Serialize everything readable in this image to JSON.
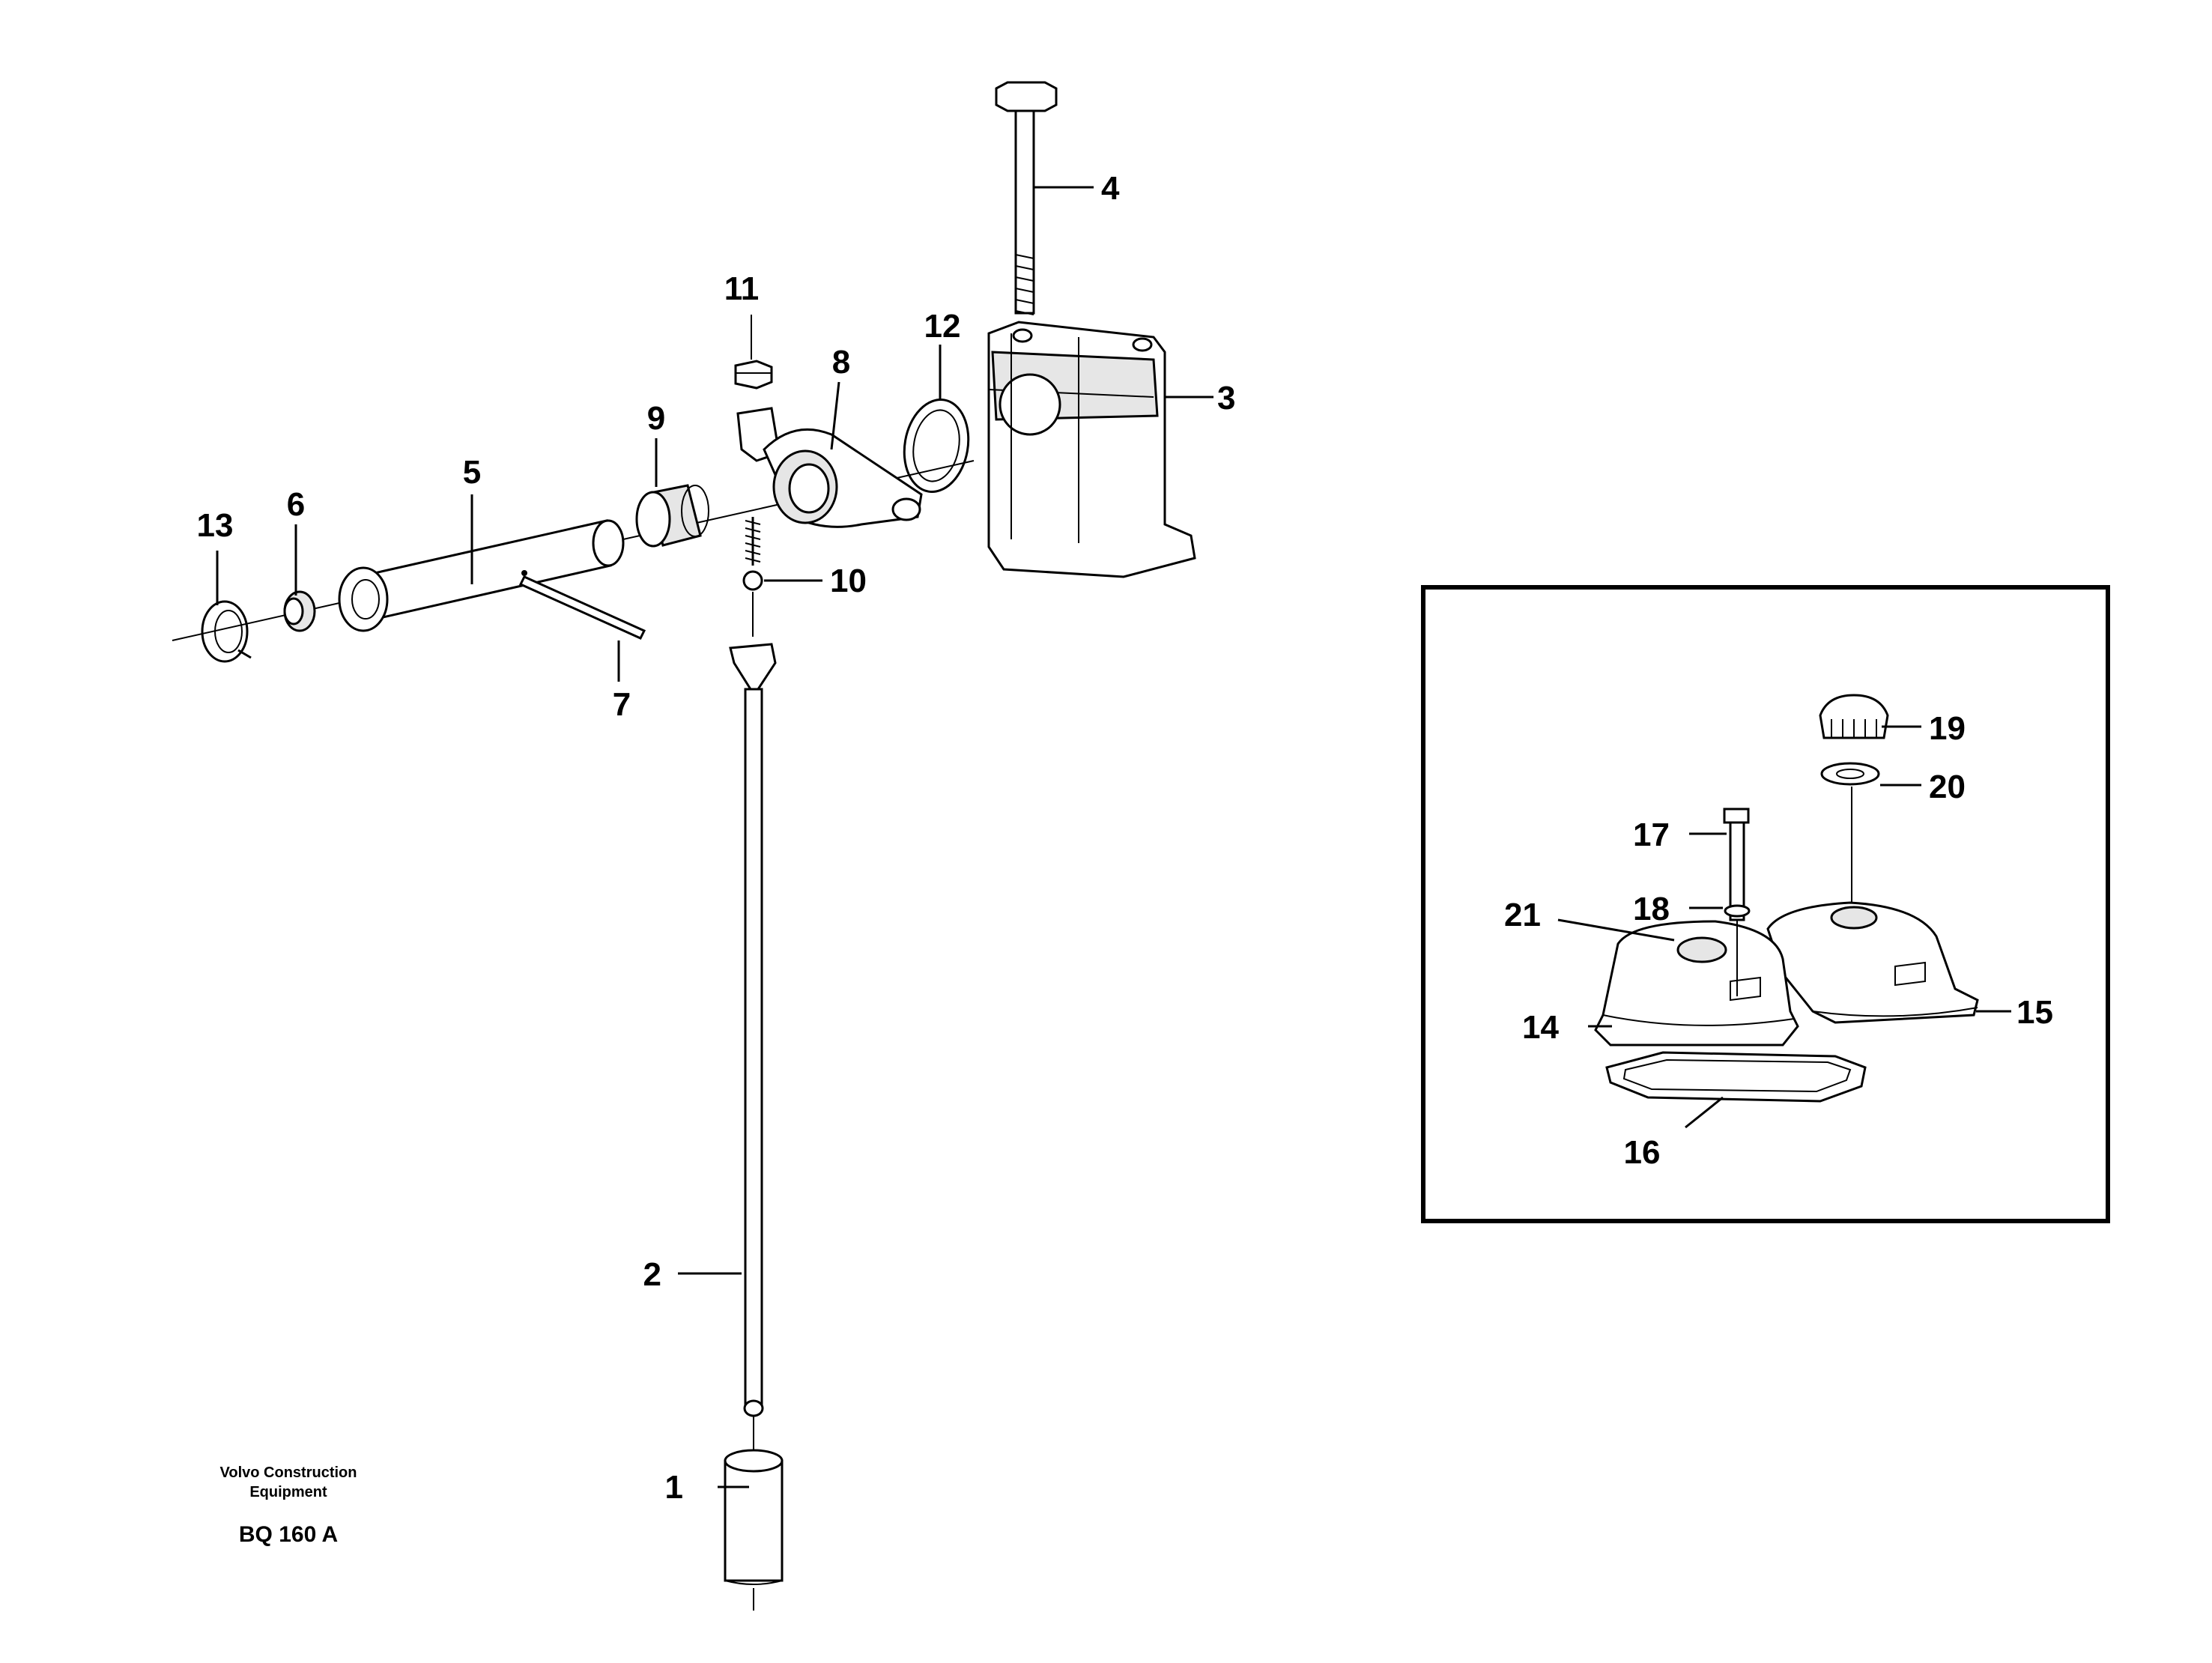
{
  "callouts": {
    "c1": "1",
    "c2": "2",
    "c3": "3",
    "c4": "4",
    "c5": "5",
    "c6": "6",
    "c7": "7",
    "c8": "8",
    "c9": "9",
    "c10": "10",
    "c11": "11",
    "c12": "12",
    "c13": "13",
    "c14": "14",
    "c15": "15",
    "c16": "16",
    "c17": "17",
    "c18": "18",
    "c19": "19",
    "c20": "20",
    "c21": "21"
  },
  "caption": {
    "line1": "Volvo Construction",
    "line2": "Equipment",
    "code": "BQ 160 A"
  }
}
